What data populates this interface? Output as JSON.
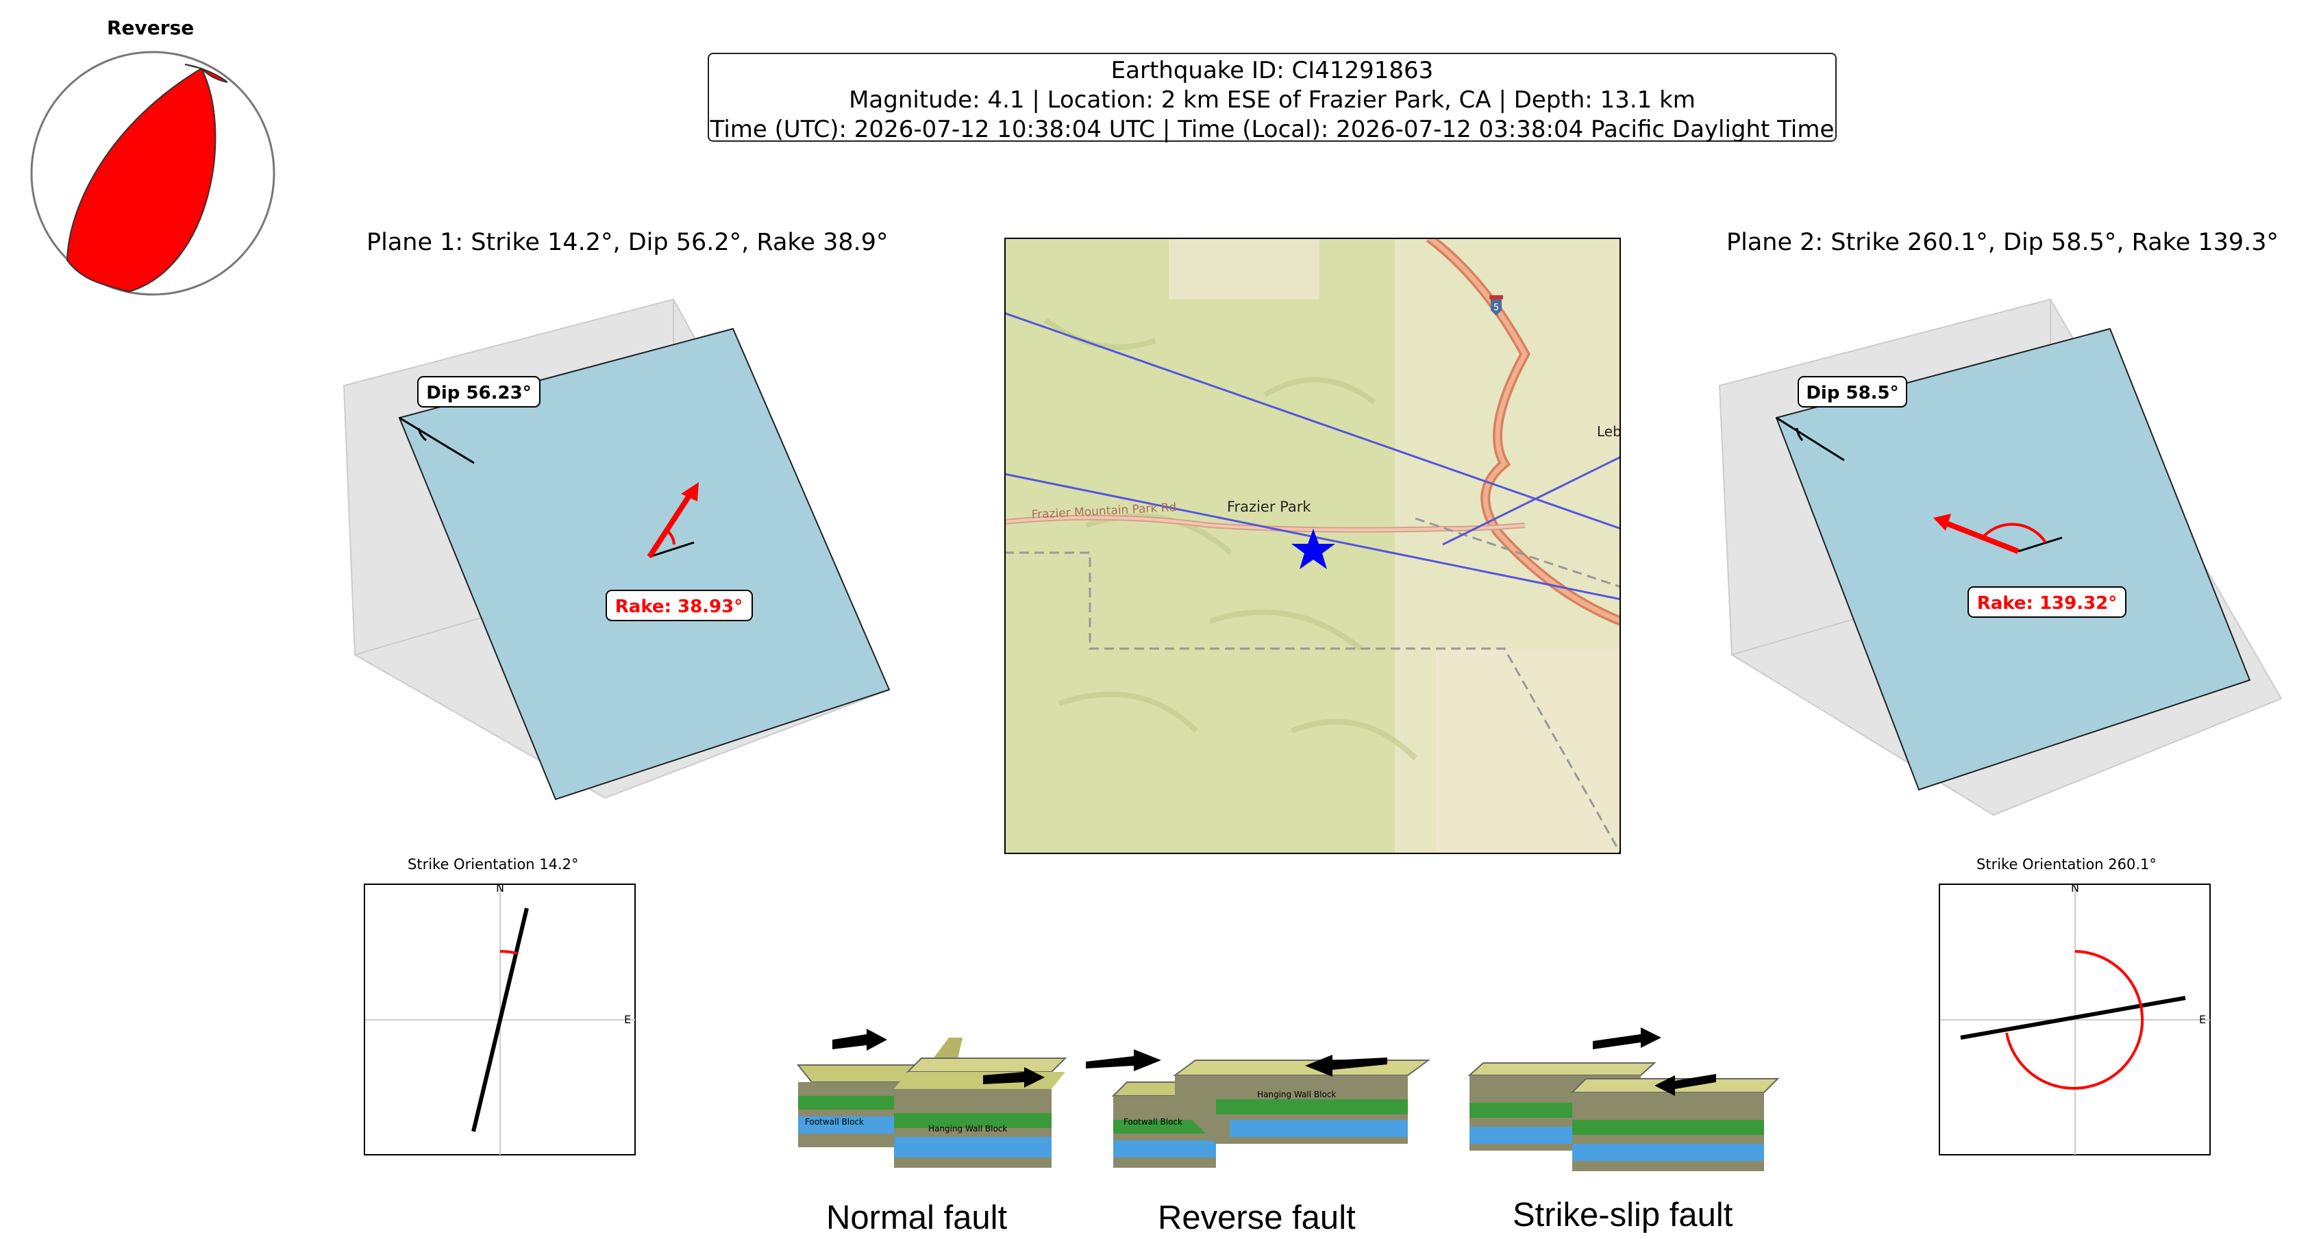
{
  "beachball": {
    "title": "Reverse",
    "fill_color": "#ff0000"
  },
  "header": {
    "line1": "Earthquake ID: CI41291863",
    "line2": "Magnitude: 4.1 | Location: 2 km ESE of Frazier Park, CA | Depth: 13.1 km",
    "line3": "Time (UTC): 2026-07-12 10:38:04 UTC | Time (Local): 2026-07-12 03:38:04 Pacific Daylight Time"
  },
  "plane1": {
    "title": "Plane 1: Strike 14.2°, Dip 56.2°, Rake 38.9°",
    "dip_label": "Dip 56.23°",
    "rake_label": "Rake: 38.93°",
    "strike_title": "Strike Orientation 14.2°",
    "north": "N",
    "east": "E"
  },
  "plane2": {
    "title": "Plane 2: Strike 260.1°, Dip 58.5°, Rake 139.3°",
    "dip_label": "Dip 58.5°",
    "rake_label": "Rake: 139.32°",
    "strike_title": "Strike Orientation 260.1°",
    "north": "N",
    "east": "E"
  },
  "map": {
    "town_label": "Frazier Park",
    "road_label": "Frazier Mountain Park Rd",
    "edge_label": "Leb",
    "shield_label": "5",
    "epicenter_color": "#0000ff",
    "plane_line_color": "#5555dd"
  },
  "fault_types": {
    "normal": "Normal fault",
    "reverse": "Reverse fault",
    "strike_slip": "Strike-slip fault",
    "footwall": "Footwall Block",
    "hanging_wall": "Hanging Wall Block"
  },
  "colors": {
    "plane_fill": "#a8d0dc",
    "rake_arrow": "#ff0000",
    "box_fill": "#e4e4e4"
  }
}
